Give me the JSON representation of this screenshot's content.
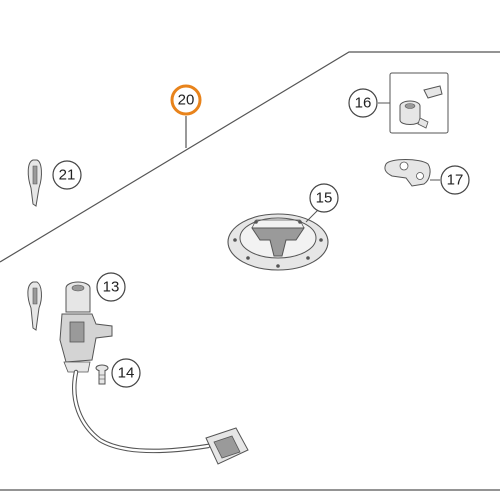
{
  "diagram": {
    "callouts": [
      {
        "id": "13",
        "label": "13",
        "highlight": false
      },
      {
        "id": "14",
        "label": "14",
        "highlight": false
      },
      {
        "id": "15",
        "label": "15",
        "highlight": false
      },
      {
        "id": "16",
        "label": "16",
        "highlight": false
      },
      {
        "id": "17",
        "label": "17",
        "highlight": false
      },
      {
        "id": "20",
        "label": "20",
        "highlight": true
      },
      {
        "id": "21",
        "label": "21",
        "highlight": false
      }
    ],
    "colors": {
      "line": "#555555",
      "part_fill": "#e6e6e6",
      "part_dark": "#9a9a9a",
      "highlight_ring": "#e8831b"
    }
  }
}
